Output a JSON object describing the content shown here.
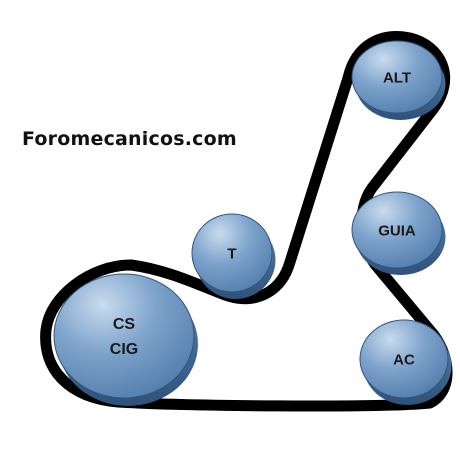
{
  "site": "Foromecanicos.com",
  "pulleys": [
    {
      "id": "alt",
      "lines": [
        "ALT"
      ]
    },
    {
      "id": "guia",
      "lines": [
        "GUIA"
      ]
    },
    {
      "id": "t",
      "lines": [
        "T"
      ]
    },
    {
      "id": "cs-cig",
      "lines": [
        "CS",
        "CIG"
      ]
    },
    {
      "id": "ac",
      "lines": [
        "AC"
      ]
    }
  ],
  "colors": {
    "pulley_face_light": "#b9cfe6",
    "pulley_face": "#6f98c6",
    "pulley_face_dark": "#3f6c9d",
    "pulley_rim": "#2f5680",
    "belt": "#000000"
  }
}
